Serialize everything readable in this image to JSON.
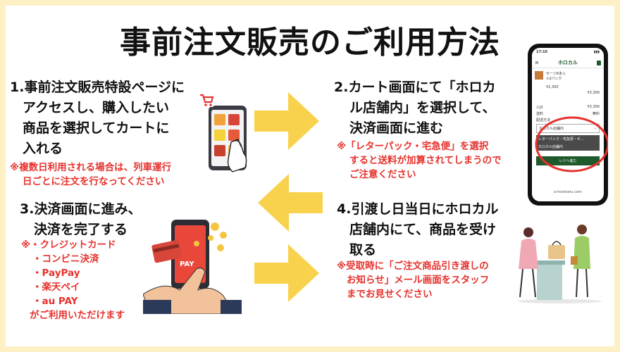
{
  "title": "事前注文販売のご利用方法",
  "steps": [
    {
      "lines": [
        "1.事前注文販売特設ページに",
        "アクセスし、購入したい",
        "商品を選択してカートに",
        "入れる"
      ],
      "note": [
        "※複数日利用される場合は、列車運行",
        "日ごとに注文を行なってください"
      ]
    },
    {
      "lines": [
        "2.カート画面にて「ホロカ",
        "ル店舗内」を選択して、",
        "決済画面に進む"
      ],
      "note": [
        "※「レターパック・宅急便」を選択",
        "すると送料が加算されてしまうので",
        "ご注意ください"
      ]
    },
    {
      "lines": [
        "3.決済画面に進み、",
        "決済を完了する"
      ],
      "note": [
        "※・クレジットカード",
        "・コンビニ決済",
        "・PayPay",
        "・楽天ペイ",
        "・au PAY",
        "がご利用いただけます"
      ]
    },
    {
      "lines": [
        "4.引渡し日当日にホロカル",
        "店舗内にて、商品を受け",
        "取る"
      ],
      "note": [
        "※受取時に「ご注文商品引き渡しの",
        "お知らせ」メール画面をスタッフ",
        "までお見せください"
      ]
    }
  ],
  "phone": {
    "time": "17:10",
    "logo": "ホロカル",
    "item_name": "セージ6本入",
    "item_qty": "×2パック",
    "item_price": "¥2,300",
    "line_total": "¥3,300",
    "subtotal_label": "小計",
    "subtotal_value": "¥3,300",
    "shipping_label": "送料",
    "shipping_value": "無料",
    "select_label": "配送方法",
    "select_value": "ホロカル店舗内",
    "option_1": "レターパック・宅急便・ギ...",
    "option_2": "ホロカル店舗内",
    "checkout_button": "レジへ進む",
    "url": "a-horokaru.com"
  },
  "pay_label": "PAY",
  "colors": {
    "frame": "#fdf0c4",
    "arrow": "#f8d24c",
    "note_red": "#e5322d",
    "phone_green": "#1f5a2c"
  },
  "icons": [
    "cart-icon",
    "arrow-right-icon",
    "arrow-left-icon",
    "hand-icon",
    "coin-icon",
    "card-icon"
  ]
}
